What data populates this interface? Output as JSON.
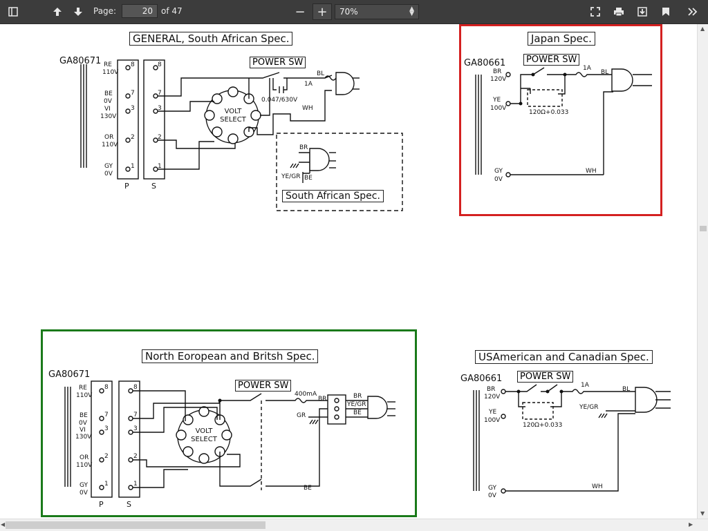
{
  "toolbar": {
    "page_label": "Page:",
    "page_value": "20",
    "page_total": "of 47",
    "zoom_minus": "−",
    "zoom_plus": "+",
    "zoom_value": "70%"
  },
  "diagrams": {
    "general": {
      "title": "GENERAL, South African Spec.",
      "model": "GA80671",
      "power_sw": "POWER SW",
      "fuse": "1A",
      "cap": "0.047/630V",
      "bl": "BL",
      "wh": "WH",
      "volt_select": "VOLT SELECT",
      "taps": [
        {
          "color": "RE",
          "volt": "110V",
          "pin": "8"
        },
        {
          "color": "BE",
          "volt": "0V",
          "pin": "7"
        },
        {
          "color": "VI",
          "volt": "130V",
          "pin": "3"
        },
        {
          "color": "OR",
          "volt": "110V",
          "pin": "2"
        },
        {
          "color": "GY",
          "volt": "0V",
          "pin": "1"
        }
      ],
      "p_label": "P",
      "s_label": "S",
      "sa_box": {
        "title": "South African Spec.",
        "br": "BR",
        "yegr": "YE/GR",
        "be": "BE"
      }
    },
    "japan": {
      "title": "Japan Spec.",
      "model": "GA80661",
      "power_sw": "POWER SW",
      "fuse": "1A",
      "bl": "BL",
      "wh": "WH",
      "br": "BR",
      "v120": "120V",
      "ye": "YE",
      "v100": "100V",
      "gy": "GY",
      "v0": "0V",
      "rc": "120Ω+0.033"
    },
    "north": {
      "title": "North Eoropean and Britsh Spec.",
      "model": "GA80671",
      "power_sw": "POWER SW",
      "fuse": "400mA",
      "br": "BR",
      "yegr": "YE/GR",
      "be": "BE",
      "gr": "GR",
      "volt_select": "VOLT SELECT",
      "taps": [
        {
          "color": "RE",
          "volt": "110V",
          "pin": "8"
        },
        {
          "color": "BE",
          "volt": "0V",
          "pin": "7"
        },
        {
          "color": "VI",
          "volt": "130V",
          "pin": "3"
        },
        {
          "color": "OR",
          "volt": "110V",
          "pin": "2"
        },
        {
          "color": "GY",
          "volt": "0V",
          "pin": "1"
        }
      ],
      "p_label": "P",
      "s_label": "S"
    },
    "usa": {
      "title": "USAmerican and Canadian Spec.",
      "model": "GA80661",
      "power_sw": "POWER SW",
      "fuse": "1A",
      "bl": "BL",
      "wh": "WH",
      "br": "BR",
      "v120": "120V",
      "ye": "YE",
      "v100": "100V",
      "gy": "GY",
      "v0": "0V",
      "yegr": "YE/GR",
      "rc": "120Ω+0.033"
    }
  },
  "highlights": {
    "japan_color": "#d42020",
    "north_color": "#1a7a1a"
  }
}
